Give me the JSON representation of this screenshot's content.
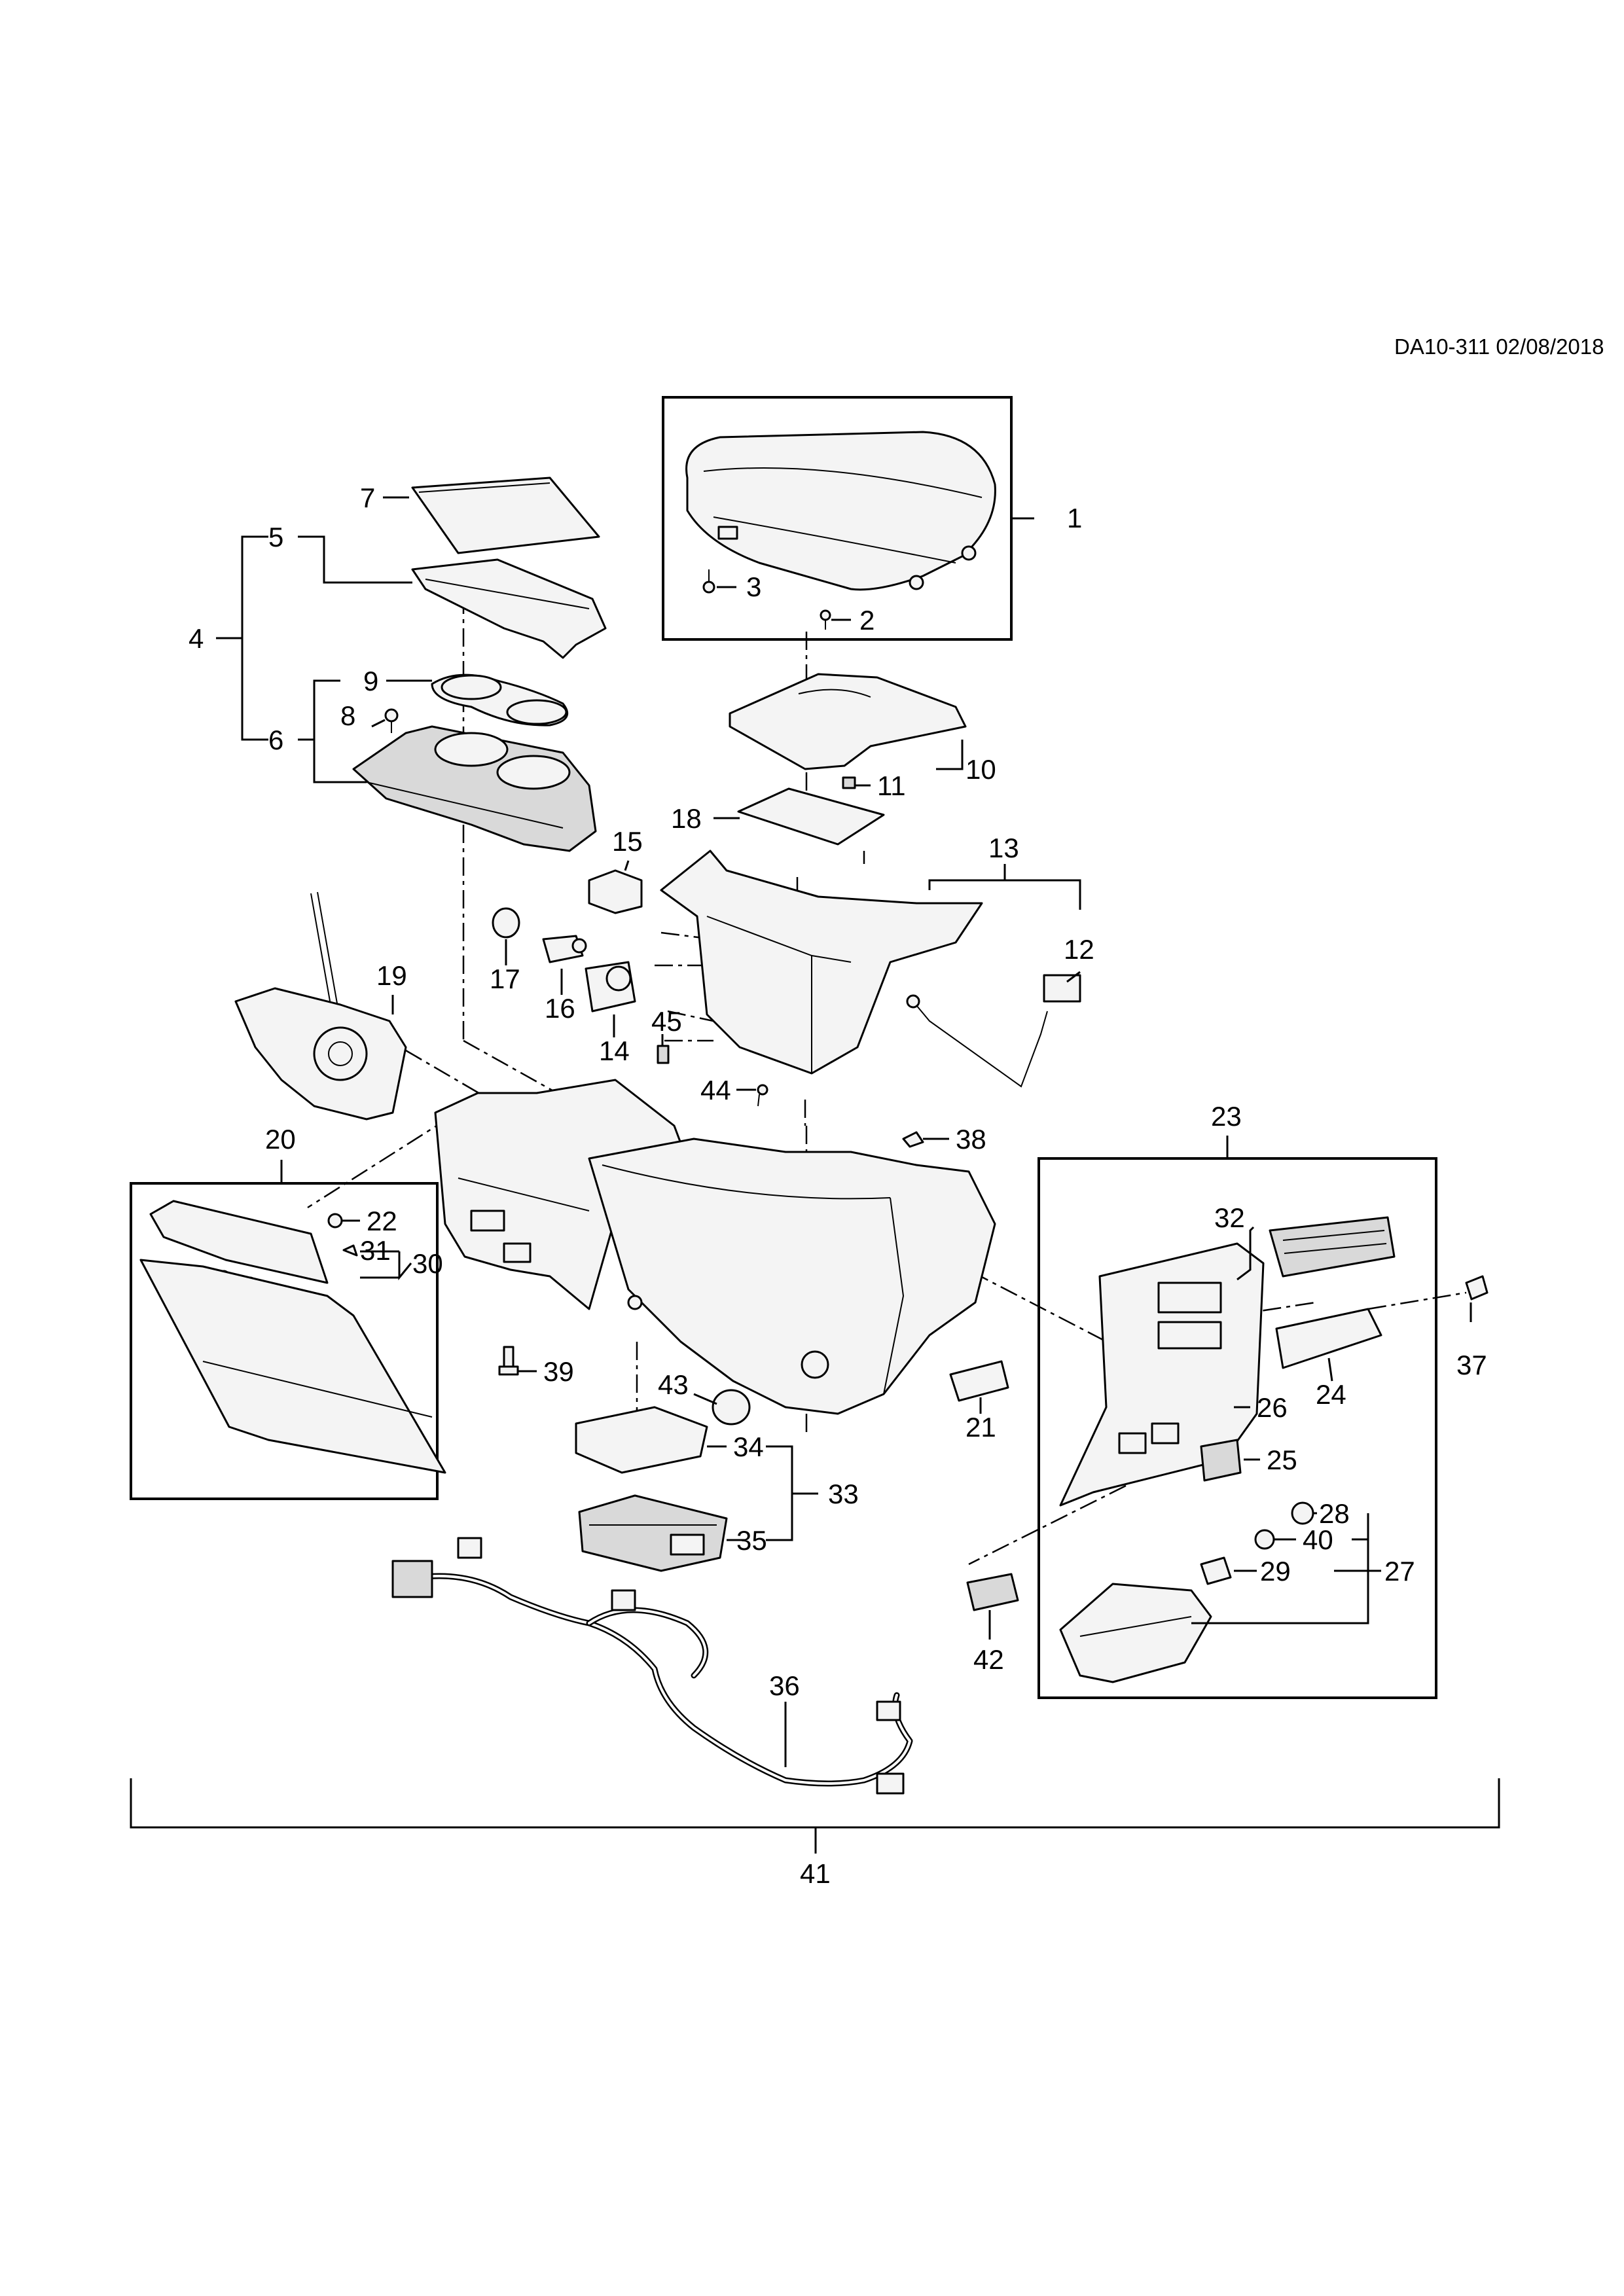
{
  "diagram": {
    "reference": "DA10-311 02/08/2018",
    "callouts": {
      "c1": "1",
      "c2": "2",
      "c3": "3",
      "c4": "4",
      "c5": "5",
      "c6": "6",
      "c7": "7",
      "c8": "8",
      "c9": "9",
      "c10": "10",
      "c11": "11",
      "c12": "12",
      "c13": "13",
      "c14": "14",
      "c15": "15",
      "c16": "16",
      "c17": "17",
      "c18": "18",
      "c19": "19",
      "c20": "20",
      "c21": "21",
      "c22": "22",
      "c23": "23",
      "c24": "24",
      "c25": "25",
      "c26": "26",
      "c27": "27",
      "c28": "28",
      "c29": "29",
      "c30": "30",
      "c31": "31",
      "c32": "32",
      "c33": "33",
      "c34": "34",
      "c35": "35",
      "c36": "36",
      "c37": "37",
      "c38": "38",
      "c39": "39",
      "c40": "40",
      "c41": "41",
      "c42": "42",
      "c43": "43",
      "c44": "44",
      "c45": "45"
    }
  }
}
